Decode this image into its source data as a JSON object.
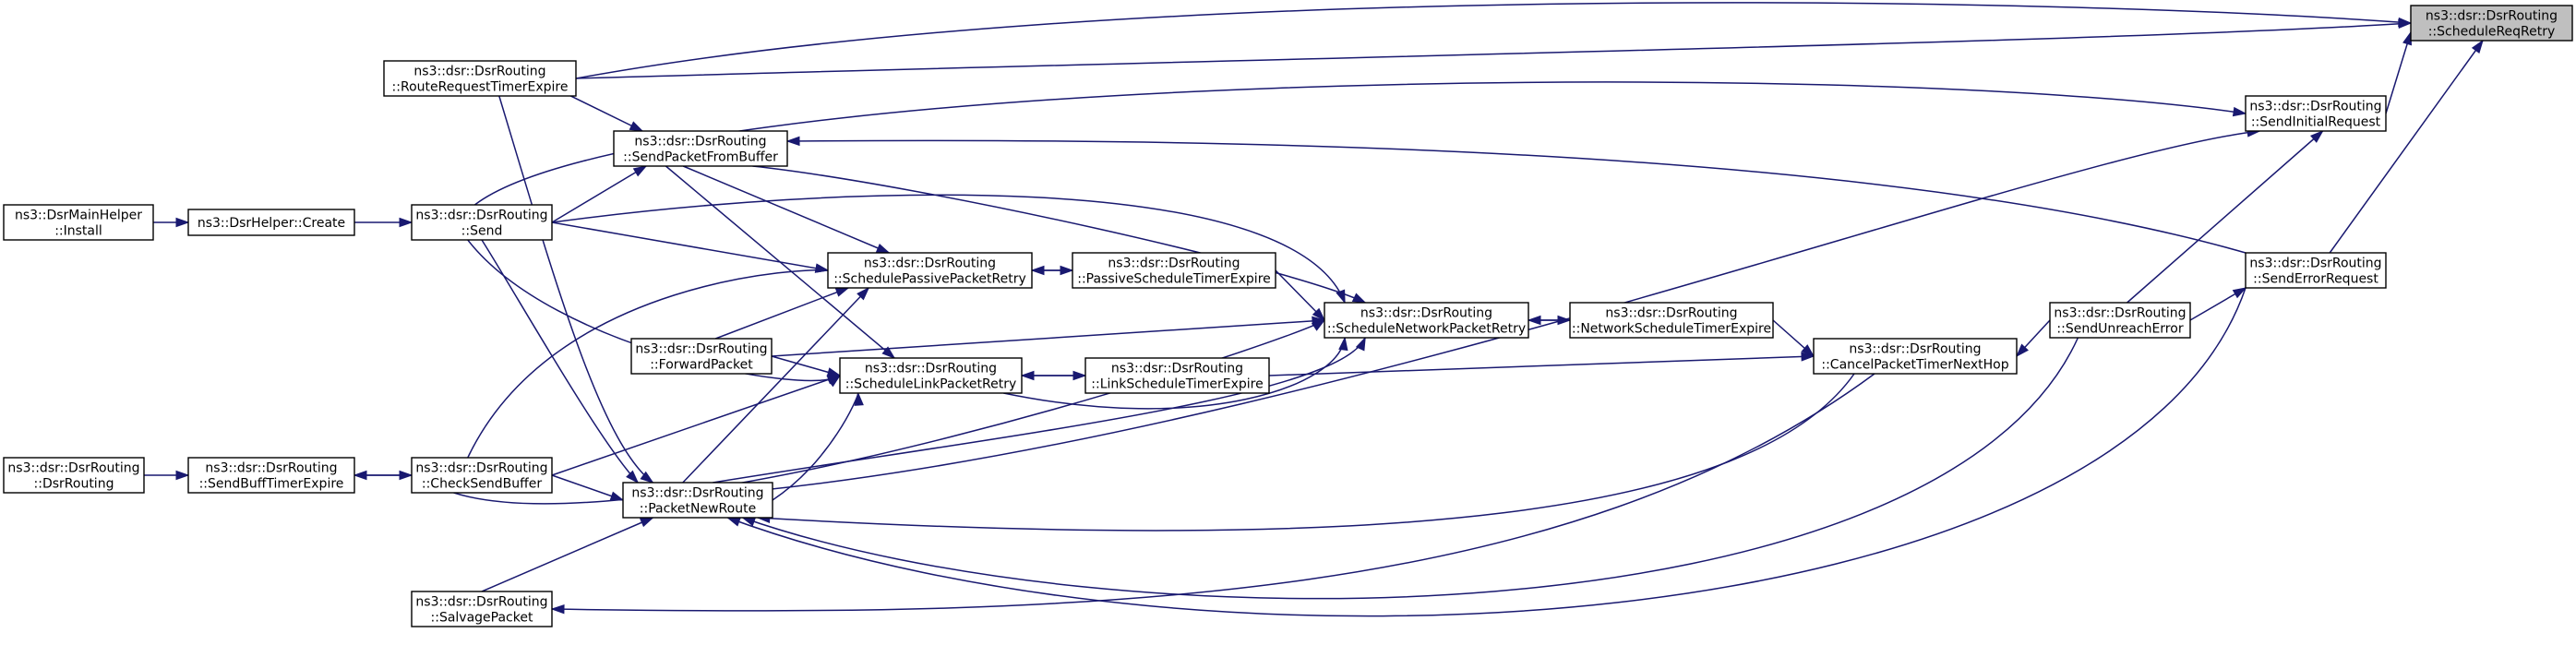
{
  "colors": {
    "edge": "#191970",
    "node_border": "#000000",
    "target_fill": "#bfbfbf",
    "background": "#ffffff"
  },
  "nodes": [
    {
      "id": "schedReqRetry",
      "lines": [
        "ns3::dsr::DsrRouting",
        "::ScheduleReqRetry"
      ],
      "target": true
    },
    {
      "id": "routeReqTimerExp",
      "lines": [
        "ns3::dsr::DsrRouting",
        "::RouteRequestTimerExpire"
      ]
    },
    {
      "id": "sendInitialRequest",
      "lines": [
        "ns3::dsr::DsrRouting",
        "::SendInitialRequest"
      ]
    },
    {
      "id": "sendPacketFromBuffer",
      "lines": [
        "ns3::dsr::DsrRouting",
        "::SendPacketFromBuffer"
      ]
    },
    {
      "id": "mainHelperInstall",
      "lines": [
        "ns3::DsrMainHelper",
        "::Install"
      ]
    },
    {
      "id": "helperCreate",
      "lines": [
        "ns3::DsrHelper::Create"
      ]
    },
    {
      "id": "send",
      "lines": [
        "ns3::dsr::DsrRouting",
        "::Send"
      ]
    },
    {
      "id": "schedPassive",
      "lines": [
        "ns3::dsr::DsrRouting",
        "::SchedulePassivePacketRetry"
      ]
    },
    {
      "id": "passiveTimerExp",
      "lines": [
        "ns3::dsr::DsrRouting",
        "::PassiveScheduleTimerExpire"
      ]
    },
    {
      "id": "sendErrorRequest",
      "lines": [
        "ns3::dsr::DsrRouting",
        "::SendErrorRequest"
      ]
    },
    {
      "id": "schedNetwork",
      "lines": [
        "ns3::dsr::DsrRouting",
        "::ScheduleNetworkPacketRetry"
      ]
    },
    {
      "id": "networkTimerExp",
      "lines": [
        "ns3::dsr::DsrRouting",
        "::NetworkScheduleTimerExpire"
      ]
    },
    {
      "id": "sendUnreachError",
      "lines": [
        "ns3::dsr::DsrRouting",
        "::SendUnreachError"
      ]
    },
    {
      "id": "forwardPacket",
      "lines": [
        "ns3::dsr::DsrRouting",
        "::ForwardPacket"
      ]
    },
    {
      "id": "schedLink",
      "lines": [
        "ns3::dsr::DsrRouting",
        "::ScheduleLinkPacketRetry"
      ]
    },
    {
      "id": "linkTimerExp",
      "lines": [
        "ns3::dsr::DsrRouting",
        "::LinkScheduleTimerExpire"
      ]
    },
    {
      "id": "cancelTimerNextHop",
      "lines": [
        "ns3::dsr::DsrRouting",
        "::CancelPacketTimerNextHop"
      ]
    },
    {
      "id": "dsrRoutingCtor",
      "lines": [
        "ns3::dsr::DsrRouting",
        "::DsrRouting"
      ]
    },
    {
      "id": "sendBuffTimerExp",
      "lines": [
        "ns3::dsr::DsrRouting",
        "::SendBuffTimerExpire"
      ]
    },
    {
      "id": "checkSendBuffer",
      "lines": [
        "ns3::dsr::DsrRouting",
        "::CheckSendBuffer"
      ]
    },
    {
      "id": "packetNewRoute",
      "lines": [
        "ns3::dsr::DsrRouting",
        "::PacketNewRoute"
      ]
    },
    {
      "id": "salvagePacket",
      "lines": [
        "ns3::dsr::DsrRouting",
        "::SalvagePacket"
      ]
    }
  ]
}
